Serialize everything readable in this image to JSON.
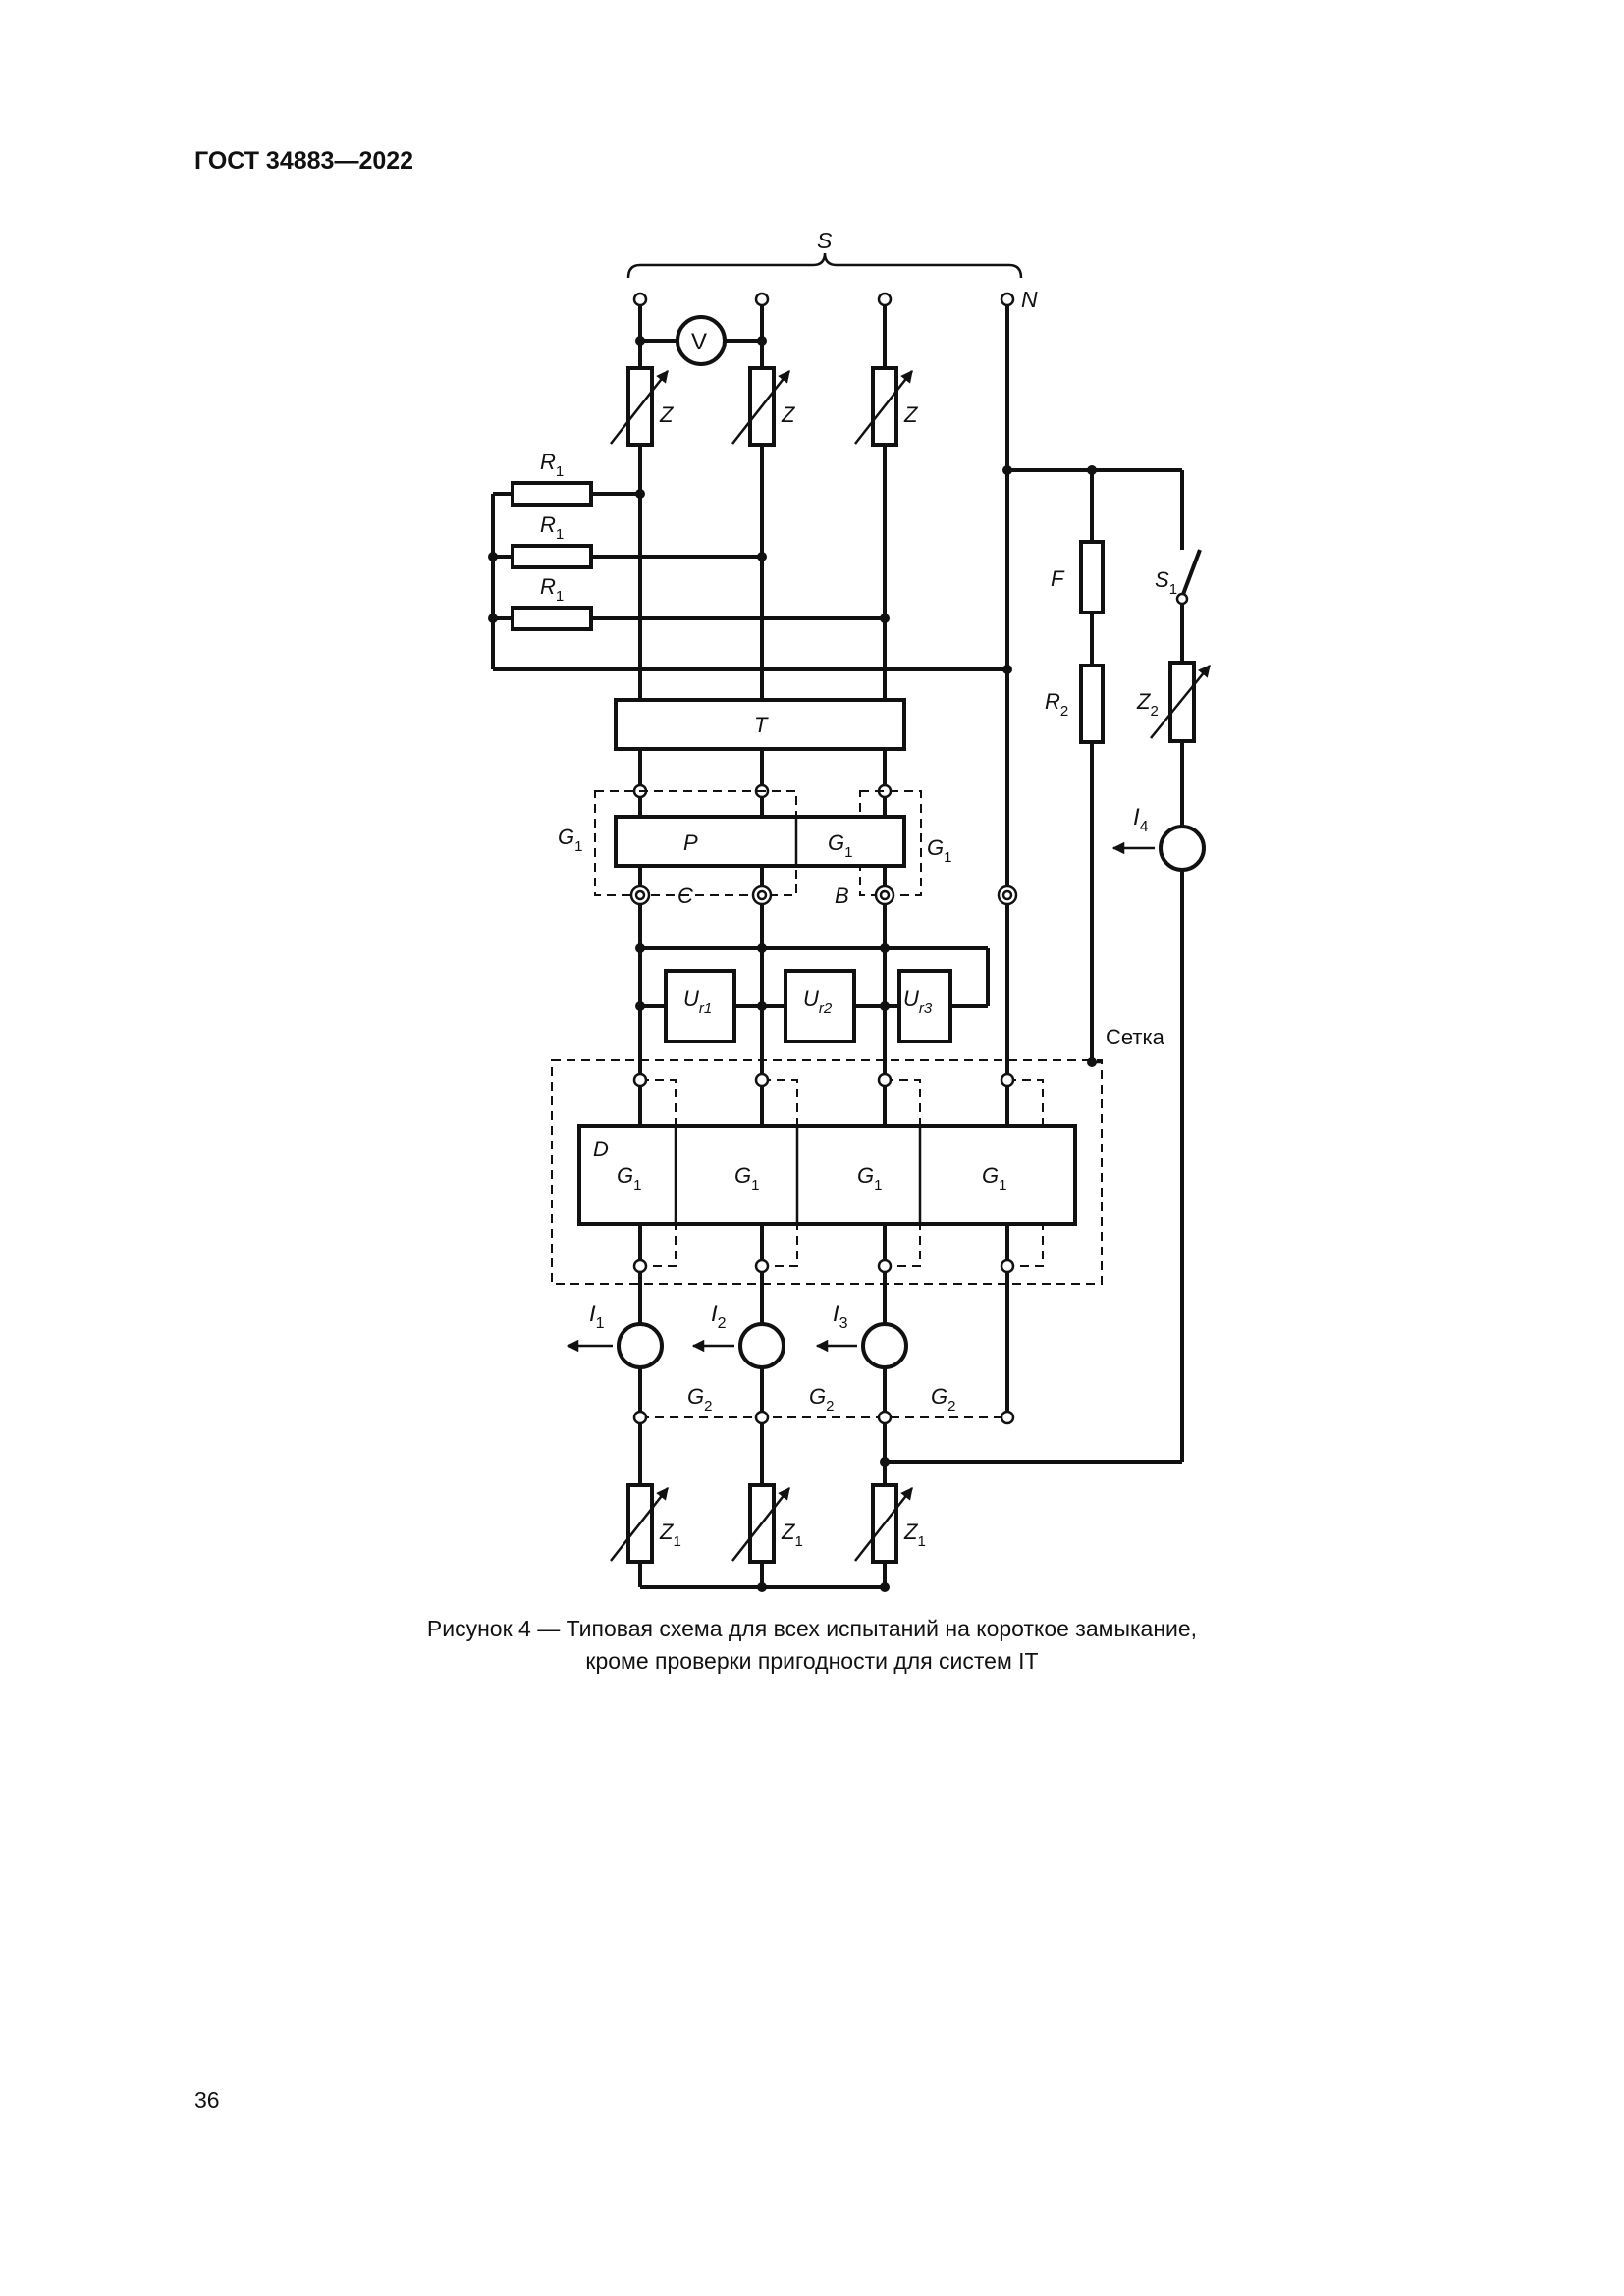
{
  "header": {
    "title": "ГОСТ 34883—2022"
  },
  "figure": {
    "caption_line1": "Рисунок 4 — Типовая схема для всех испытаний на короткое замыкание,",
    "caption_line2": "кроме проверки пригодности для систем IT",
    "labels": {
      "S": "S",
      "N": "N",
      "V": "V",
      "Z": "Z",
      "R": "R",
      "R_sub": "1",
      "T": "T",
      "P": "P",
      "G": "G",
      "G_sub1": "1",
      "G_sub2": "2",
      "C": "C",
      "B": "B",
      "D": "D",
      "F": "F",
      "R2_sub": "2",
      "Z2_sub": "2",
      "S1_sub": "1",
      "I": "I",
      "I1_sub": "1",
      "I2_sub": "2",
      "I3_sub": "3",
      "I4_sub": "4",
      "U": "U",
      "Ur1_sub": "r1",
      "Ur2_sub": "r2",
      "Ur3_sub": "r3",
      "Z1_sub": "1",
      "grid": "Сетка"
    }
  },
  "footer": {
    "page_number": "36"
  }
}
